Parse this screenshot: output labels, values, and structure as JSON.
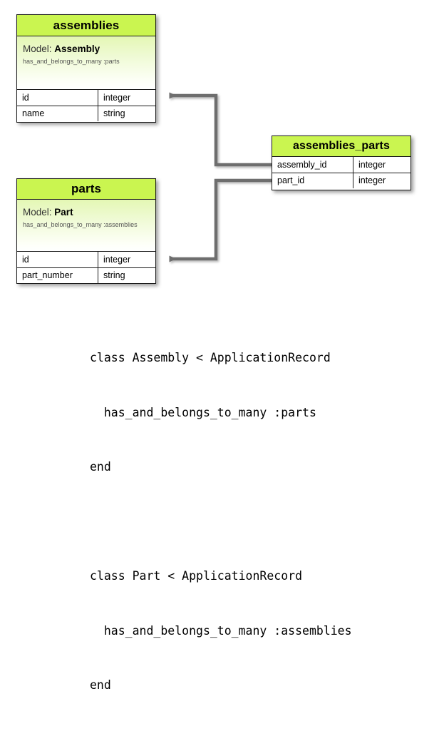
{
  "diagram": {
    "title": "Rails has_and_belongs_to_many association diagram",
    "background_color": "#ffffff",
    "entity_header_color": "#caf550",
    "entity_border_color": "#1a1a1a",
    "connector_color": "#6e6e6e"
  },
  "entities": [
    {
      "id": "assemblies",
      "table_name": "assemblies",
      "model_label": "Model:",
      "model_name": "Assembly",
      "association": "has_and_belongs_to_many :parts",
      "columns": [
        {
          "name": "id",
          "type": "integer"
        },
        {
          "name": "name",
          "type": "string"
        }
      ]
    },
    {
      "id": "parts",
      "table_name": "parts",
      "model_label": "Model:",
      "model_name": "Part",
      "association": "has_and_belongs_to_many :assemblies",
      "columns": [
        {
          "name": "id",
          "type": "integer"
        },
        {
          "name": "part_number",
          "type": "string"
        }
      ]
    },
    {
      "id": "assemblies_parts",
      "table_name": "assemblies_parts",
      "columns": [
        {
          "name": "assembly_id",
          "type": "integer"
        },
        {
          "name": "part_id",
          "type": "integer"
        }
      ]
    }
  ],
  "connectors": [
    {
      "id": "assembly-id-to-assemblies",
      "from": "assemblies_parts.assembly_id",
      "to": "assemblies.id"
    },
    {
      "id": "part-id-to-parts",
      "from": "assemblies_parts.part_id",
      "to": "parts.id"
    }
  ],
  "code": {
    "lines": [
      "class Assembly < ApplicationRecord",
      "  has_and_belongs_to_many :parts",
      "end",
      "",
      "class Part < ApplicationRecord",
      "  has_and_belongs_to_many :assemblies",
      "end"
    ]
  }
}
